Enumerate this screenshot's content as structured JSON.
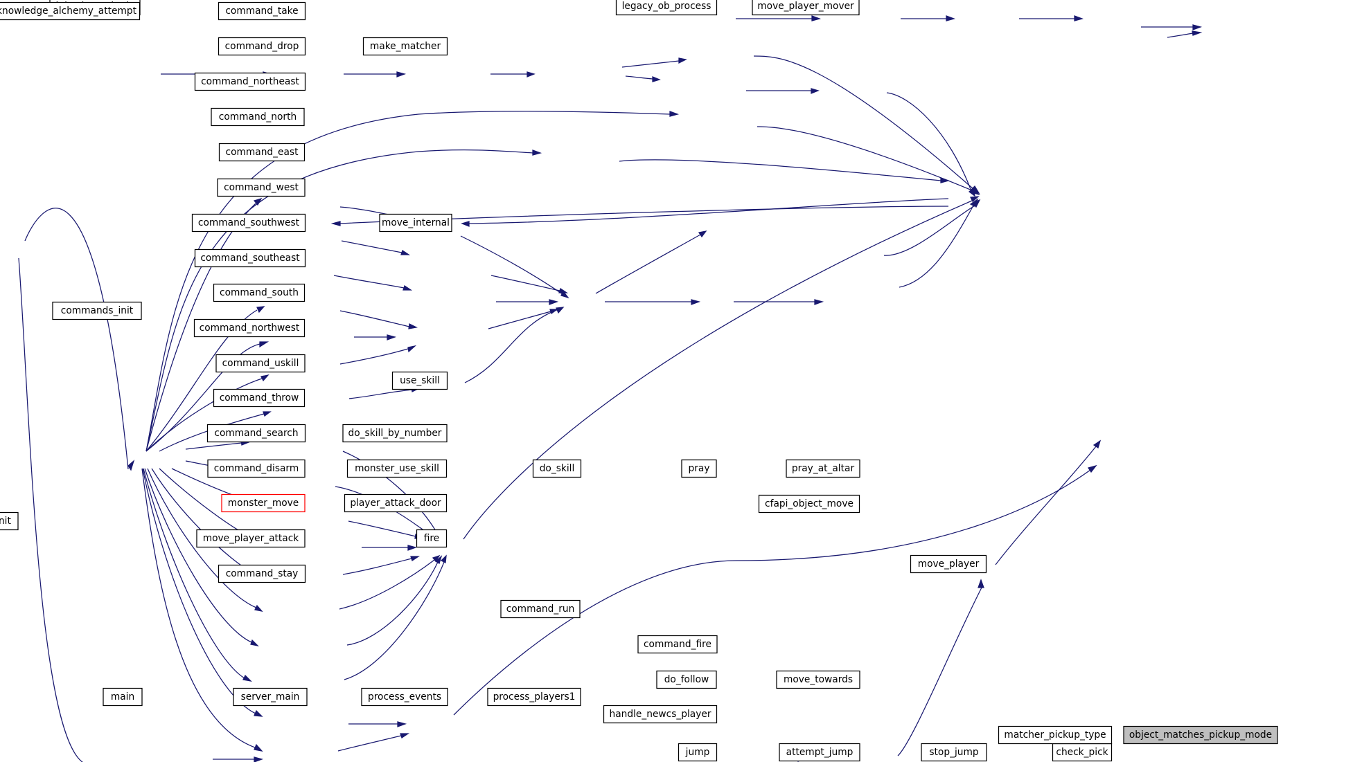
{
  "diagram": {
    "colors": {
      "edge": "#191970",
      "border": "#000000",
      "border_highlight": "#ff0000",
      "focus_fill": "#bfbfbf",
      "node_fill": "#ffffff"
    },
    "nodes": [
      {
        "id": "object_matches_pickup_mode",
        "label": "object_matches_pickup_mode",
        "style": "focus"
      },
      {
        "id": "check_pick",
        "label": "check_pick"
      },
      {
        "id": "matcher_pickup_type",
        "label": "matcher_pickup_type"
      },
      {
        "id": "move_player",
        "label": "move_player"
      },
      {
        "id": "stop_jump",
        "label": "stop_jump"
      },
      {
        "id": "attempt_jump",
        "label": "attempt_jump"
      },
      {
        "id": "jump",
        "label": "jump"
      },
      {
        "id": "do_skill",
        "label": "do_skill"
      },
      {
        "id": "pray",
        "label": "pray"
      },
      {
        "id": "pray_at_altar",
        "label": "pray_at_altar"
      },
      {
        "id": "cfapi_object_move",
        "label": "cfapi_object_move"
      },
      {
        "id": "legacy_ob_process",
        "label": "legacy_ob_process"
      },
      {
        "id": "move_player_mover",
        "label": "move_player_mover"
      },
      {
        "id": "init_ob_methods",
        "label": "init_ob_methods"
      },
      {
        "id": "init",
        "label": "init"
      },
      {
        "id": "main",
        "label": "main"
      },
      {
        "id": "server_main",
        "label": "server_main"
      },
      {
        "id": "process_events",
        "label": "process_events"
      },
      {
        "id": "process_players1",
        "label": "process_players1"
      },
      {
        "id": "handle_newcs_player",
        "label": "handle_newcs_player"
      },
      {
        "id": "do_follow",
        "label": "do_follow"
      },
      {
        "id": "move_towards",
        "label": "move_towards"
      },
      {
        "id": "command_fire",
        "label": "command_fire"
      },
      {
        "id": "command_run",
        "label": "command_run"
      },
      {
        "id": "command_stay",
        "label": "command_stay"
      },
      {
        "id": "move_player_attack",
        "label": "move_player_attack"
      },
      {
        "id": "fire",
        "label": "fire"
      },
      {
        "id": "monster_move",
        "label": "monster_move",
        "style": "red"
      },
      {
        "id": "player_attack_door",
        "label": "player_attack_door"
      },
      {
        "id": "monster_use_skill",
        "label": "monster_use_skill"
      },
      {
        "id": "command_disarm",
        "label": "command_disarm"
      },
      {
        "id": "command_search",
        "label": "command_search"
      },
      {
        "id": "do_skill_by_number",
        "label": "do_skill_by_number"
      },
      {
        "id": "command_throw",
        "label": "command_throw"
      },
      {
        "id": "use_skill",
        "label": "use_skill"
      },
      {
        "id": "command_uskill",
        "label": "command_uskill"
      },
      {
        "id": "commands_init",
        "label": "commands_init"
      },
      {
        "id": "command_northwest",
        "label": "command_northwest"
      },
      {
        "id": "command_south",
        "label": "command_south"
      },
      {
        "id": "command_southeast",
        "label": "command_southeast"
      },
      {
        "id": "command_southwest",
        "label": "command_southwest"
      },
      {
        "id": "move_internal",
        "label": "move_internal"
      },
      {
        "id": "command_west",
        "label": "command_west"
      },
      {
        "id": "command_east",
        "label": "command_east"
      },
      {
        "id": "command_north",
        "label": "command_north"
      },
      {
        "id": "command_northeast",
        "label": "command_northeast"
      },
      {
        "id": "command_drop",
        "label": "command_drop"
      },
      {
        "id": "make_matcher",
        "label": "make_matcher"
      },
      {
        "id": "knowledge_alchemy_attempt",
        "label": "knowledge_alchemy_attempt"
      },
      {
        "id": "command_take",
        "label": "command_take"
      }
    ],
    "edges": [
      {
        "from": "check_pick",
        "to": "object_matches_pickup_mode"
      },
      {
        "from": "matcher_pickup_type",
        "to": "object_matches_pickup_mode"
      },
      {
        "from": "move_player",
        "to": "check_pick"
      },
      {
        "from": "stop_jump",
        "to": "check_pick"
      },
      {
        "from": "attempt_jump",
        "to": "stop_jump"
      },
      {
        "from": "jump",
        "to": "attempt_jump"
      },
      {
        "from": "do_skill",
        "to": "jump"
      },
      {
        "from": "do_skill",
        "to": "pray"
      },
      {
        "from": "pray",
        "to": "pray_at_altar"
      },
      {
        "from": "pray_at_altar",
        "to": "move_player"
      },
      {
        "from": "cfapi_object_move",
        "to": "move_player"
      },
      {
        "from": "move_player_mover",
        "to": "move_player"
      },
      {
        "from": "legacy_ob_process",
        "to": "move_player_mover"
      },
      {
        "from": "init_ob_methods",
        "to": "legacy_ob_process"
      },
      {
        "from": "init",
        "to": "init_ob_methods"
      },
      {
        "from": "init",
        "to": "commands_init"
      },
      {
        "from": "main",
        "to": "server_main"
      },
      {
        "from": "server_main",
        "to": "process_events"
      },
      {
        "from": "process_events",
        "to": "process_players1"
      },
      {
        "from": "process_players1",
        "to": "handle_newcs_player"
      },
      {
        "from": "process_players1",
        "to": "do_follow"
      },
      {
        "from": "handle_newcs_player",
        "to": "move_player"
      },
      {
        "from": "do_follow",
        "to": "move_towards"
      },
      {
        "from": "move_towards",
        "to": "move_player"
      },
      {
        "from": "command_fire",
        "to": "move_player"
      },
      {
        "from": "command_run",
        "to": "move_player"
      },
      {
        "from": "move_player",
        "to": "move_player_attack"
      },
      {
        "from": "move_player",
        "to": "fire"
      },
      {
        "from": "command_stay",
        "to": "fire"
      },
      {
        "from": "move_player_attack",
        "to": "player_attack_door"
      },
      {
        "from": "fire",
        "to": "do_skill"
      },
      {
        "from": "player_attack_door",
        "to": "do_skill"
      },
      {
        "from": "monster_move",
        "to": "monster_use_skill"
      },
      {
        "from": "monster_use_skill",
        "to": "do_skill"
      },
      {
        "from": "do_skill_by_number",
        "to": "do_skill"
      },
      {
        "from": "use_skill",
        "to": "do_skill"
      },
      {
        "from": "command_disarm",
        "to": "do_skill_by_number"
      },
      {
        "from": "command_search",
        "to": "do_skill_by_number"
      },
      {
        "from": "command_throw",
        "to": "do_skill_by_number"
      },
      {
        "from": "command_uskill",
        "to": "use_skill"
      },
      {
        "from": "move_internal",
        "to": "move_player"
      },
      {
        "from": "command_northwest",
        "to": "move_internal"
      },
      {
        "from": "command_south",
        "to": "move_internal"
      },
      {
        "from": "command_southeast",
        "to": "move_internal"
      },
      {
        "from": "command_southwest",
        "to": "move_internal"
      },
      {
        "from": "command_west",
        "to": "move_internal"
      },
      {
        "from": "command_east",
        "to": "move_internal"
      },
      {
        "from": "command_north",
        "to": "move_internal"
      },
      {
        "from": "command_northeast",
        "to": "move_internal"
      },
      {
        "from": "command_drop",
        "to": "make_matcher"
      },
      {
        "from": "command_take",
        "to": "make_matcher"
      },
      {
        "from": "make_matcher",
        "to": "matcher_pickup_type"
      },
      {
        "from": "knowledge_alchemy_attempt",
        "to": "command_take"
      },
      {
        "from": "commands_init",
        "to": "command_fire"
      },
      {
        "from": "commands_init",
        "to": "command_run"
      },
      {
        "from": "commands_init",
        "to": "command_stay"
      },
      {
        "from": "commands_init",
        "to": "command_disarm"
      },
      {
        "from": "commands_init",
        "to": "command_search"
      },
      {
        "from": "commands_init",
        "to": "command_throw"
      },
      {
        "from": "commands_init",
        "to": "command_uskill"
      },
      {
        "from": "commands_init",
        "to": "command_northwest"
      },
      {
        "from": "commands_init",
        "to": "command_south"
      },
      {
        "from": "commands_init",
        "to": "command_southeast"
      },
      {
        "from": "commands_init",
        "to": "command_southwest"
      },
      {
        "from": "commands_init",
        "to": "command_west"
      },
      {
        "from": "commands_init",
        "to": "command_east"
      },
      {
        "from": "commands_init",
        "to": "command_north"
      },
      {
        "from": "commands_init",
        "to": "command_northeast"
      },
      {
        "from": "commands_init",
        "to": "command_drop"
      },
      {
        "from": "commands_init",
        "to": "command_take"
      }
    ]
  }
}
